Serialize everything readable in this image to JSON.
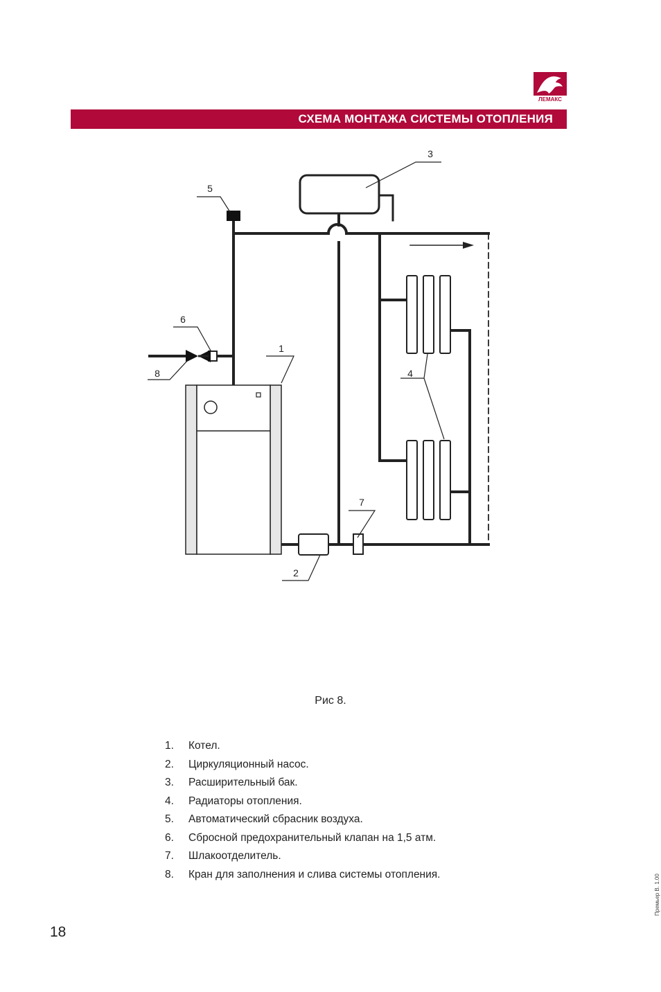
{
  "header": {
    "brand": "ЛЕМАКС",
    "brand_color": "#b0093a",
    "title": "СХЕМА МОНТАЖА СИСТЕМЫ ОТОПЛЕНИЯ"
  },
  "diagram": {
    "callouts": {
      "boiler": "1",
      "pump": "2",
      "expansion_tank": "3",
      "radiators": "4",
      "air_vent": "5",
      "safety_valve": "6",
      "sludge_separator": "7",
      "fill_drain_valve": "8"
    }
  },
  "caption": "Рис 8.",
  "legend": [
    {
      "num": "1.",
      "text": "Котел."
    },
    {
      "num": "2.",
      "text": "Циркуляционный насос."
    },
    {
      "num": "3.",
      "text": "Расширительный бак."
    },
    {
      "num": "4.",
      "text": "Радиаторы отопления."
    },
    {
      "num": "5.",
      "text": "Автоматический сбрасник воздуха."
    },
    {
      "num": "6.",
      "text": "Сбросной предохранительный клапан на 1,5 атм."
    },
    {
      "num": "7.",
      "text": "Шлакоотделитель."
    },
    {
      "num": "8.",
      "text": "Кран для заполнения и слива системы отопления."
    }
  ],
  "footer": {
    "page_number": "18",
    "side_note": "Премьер В. 1.00"
  }
}
